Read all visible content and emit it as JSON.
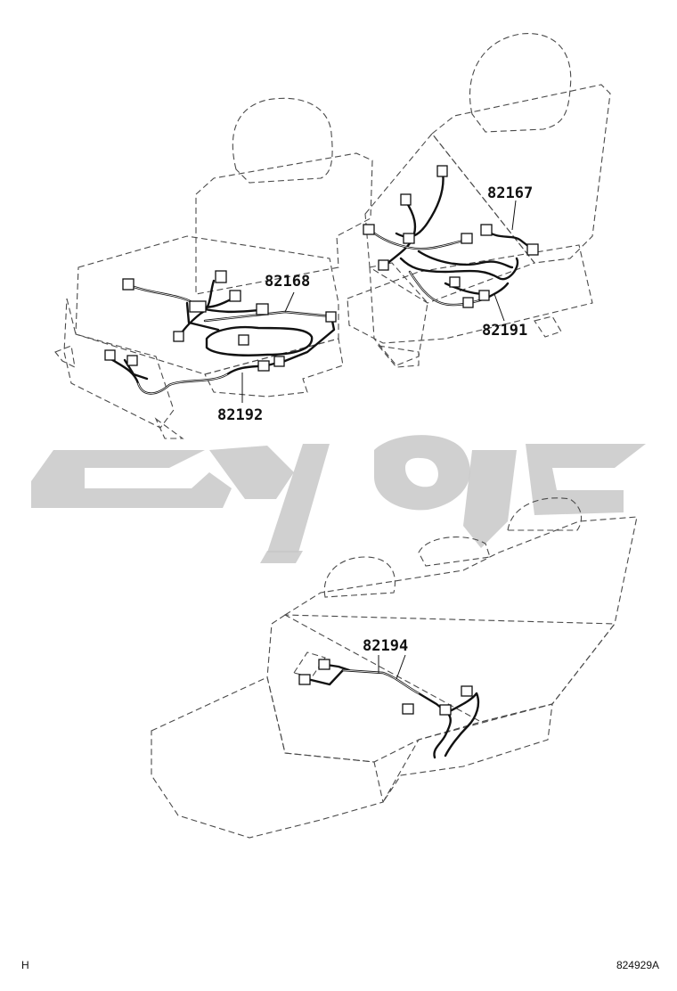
{
  "diagram": {
    "parts": [
      {
        "id": "p1",
        "label": "82168"
      },
      {
        "id": "p2",
        "label": "82167"
      },
      {
        "id": "p3",
        "label": "82191"
      },
      {
        "id": "p4",
        "label": "82192"
      },
      {
        "id": "p5",
        "label": "82194"
      }
    ],
    "colors": {
      "line": "#111111",
      "seat_outline": "#4a4a4a",
      "watermark": "#c8c8c8"
    }
  },
  "footer": {
    "left_code": "H",
    "right_code": "824929A"
  }
}
